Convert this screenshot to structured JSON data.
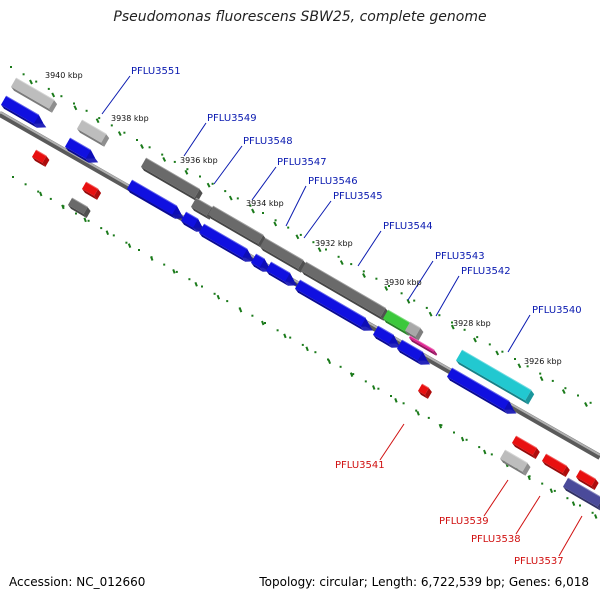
{
  "title": "Pseudomonas fluorescens SBW25, complete genome",
  "footer": {
    "accession": "Accession: NC_012660",
    "summary": "Topology: circular; Length: 6,722,539 bp; Genes: 6,018"
  },
  "ruler": [
    "3940 kbp",
    "3938 kbp",
    "3936 kbp",
    "3934 kbp",
    "3932 kbp",
    "3930 kbp",
    "3928 kbp",
    "3926 kbp"
  ],
  "gene_labels": {
    "top": [
      "PFLU3551",
      "PFLU3549",
      "PFLU3548",
      "PFLU3547",
      "PFLU3546",
      "PFLU3545",
      "PFLU3544",
      "PFLU3543",
      "PFLU3542",
      "PFLU3540"
    ],
    "bottom": [
      "PFLU3541",
      "PFLU3539",
      "PFLU3538",
      "PFLU3537"
    ]
  },
  "colors": {
    "backbone": "#8a8a8a",
    "cds_forward": "#1010e0",
    "cds_reverse": "#e81010",
    "gene_gray": "#6a6a6a",
    "gene_light": "#bdbdbd",
    "gene_cyan": "#22c8d0",
    "gene_green": "#3cc83c",
    "gene_navy": "#4a4a9a",
    "tick": "#1a7a1a",
    "label_blue": "#0a1ab0",
    "label_red": "#d01010"
  }
}
